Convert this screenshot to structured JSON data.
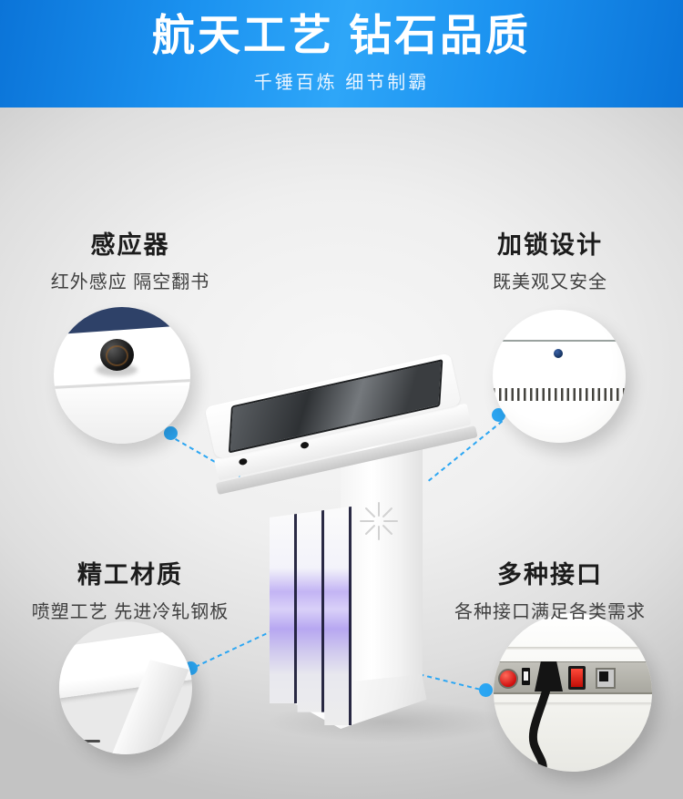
{
  "header": {
    "title": "航天工艺 钻石品质",
    "subtitle": "千锤百炼 细节制霸"
  },
  "features": {
    "sensor": {
      "title": "感应器",
      "subtitle": "红外感应 隔空翻书"
    },
    "lock": {
      "title": "加锁设计",
      "subtitle": "既美观又安全"
    },
    "material": {
      "title": "精工材质",
      "subtitle": "喷塑工艺 先进冷轧钢板"
    },
    "ports": {
      "title": "多种接口",
      "subtitle": "各种接口满足各类需求"
    }
  },
  "colors": {
    "accent": "#2ba6f3",
    "header-blue": "#1286ec",
    "header-blue-deep": "#0b74d8",
    "navy": "#2e4168",
    "led-purple": "#b7a7f1",
    "switch-red": "#e8150e",
    "text-dark": "#1c1c1c",
    "text-gray": "#3f3f3f"
  }
}
